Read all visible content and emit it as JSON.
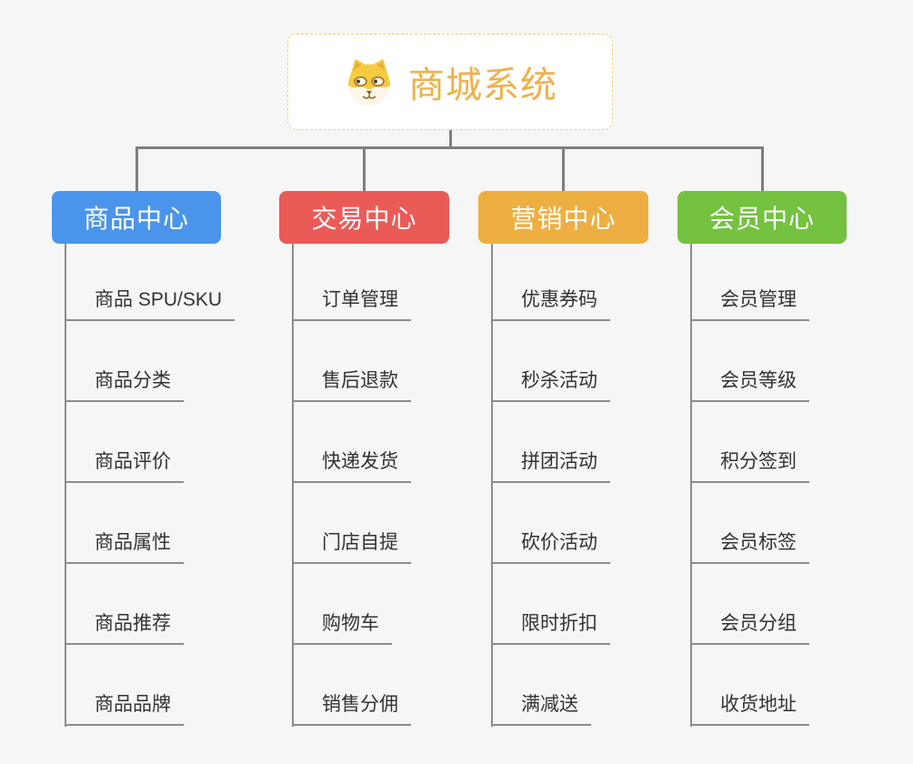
{
  "page": {
    "background": "#F6F6F6",
    "connector_color": "#7F7F7F",
    "leaf_line_color": "#8C8C8C"
  },
  "root": {
    "label": "商城系统",
    "icon": "dog-face-icon",
    "text_color": "#F0B04A",
    "border_color": "#F3C983",
    "background": "#FFFFFF"
  },
  "branches": [
    {
      "label": "商品中心",
      "color": "#4B94EB",
      "items": [
        "商品 SPU/SKU",
        "商品分类",
        "商品评价",
        "商品属性",
        "商品推荐",
        "商品品牌"
      ]
    },
    {
      "label": "交易中心",
      "color": "#EA5B58",
      "items": [
        "订单管理",
        "售后退款",
        "快递发货",
        "门店自提",
        "购物车",
        "销售分佣"
      ]
    },
    {
      "label": "营销中心",
      "color": "#EDAF41",
      "items": [
        "优惠券码",
        "秒杀活动",
        "拼团活动",
        "砍价活动",
        "限时折扣",
        "满减送"
      ]
    },
    {
      "label": "会员中心",
      "color": "#74C23F",
      "items": [
        "会员管理",
        "会员等级",
        "积分签到",
        "会员标签",
        "会员分组",
        "收货地址"
      ]
    }
  ]
}
